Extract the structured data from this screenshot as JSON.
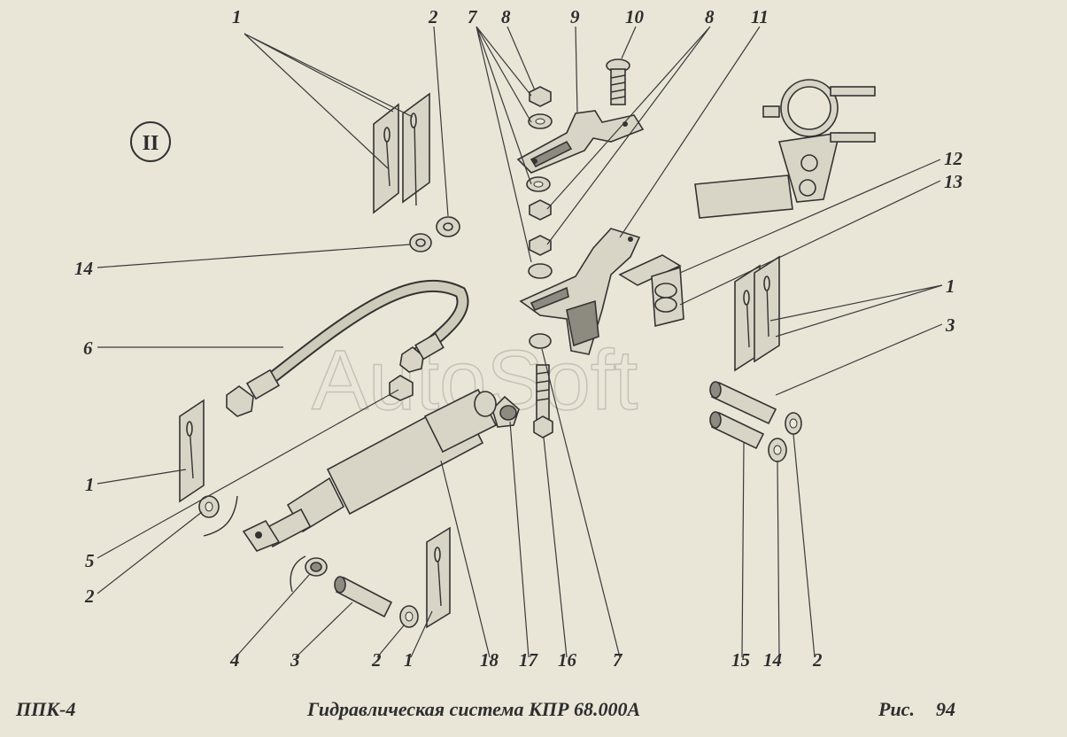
{
  "view_mark": "II",
  "watermark": "AutoSoft",
  "callouts": [
    {
      "id": "c-1-top",
      "text": "1"
    },
    {
      "id": "c-2-top",
      "text": "2"
    },
    {
      "id": "c-7-top",
      "text": "7"
    },
    {
      "id": "c-8-top",
      "text": "8"
    },
    {
      "id": "c-9",
      "text": "9"
    },
    {
      "id": "c-10",
      "text": "10"
    },
    {
      "id": "c-8-top2",
      "text": "8"
    },
    {
      "id": "c-11",
      "text": "11"
    },
    {
      "id": "c-12",
      "text": "12"
    },
    {
      "id": "c-13",
      "text": "13"
    },
    {
      "id": "c-14-left",
      "text": "14"
    },
    {
      "id": "c-1-right",
      "text": "1"
    },
    {
      "id": "c-3-right",
      "text": "3"
    },
    {
      "id": "c-6",
      "text": "6"
    },
    {
      "id": "c-1-left",
      "text": "1"
    },
    {
      "id": "c-5",
      "text": "5"
    },
    {
      "id": "c-2-left",
      "text": "2"
    },
    {
      "id": "c-4",
      "text": "4"
    },
    {
      "id": "c-3-bottom",
      "text": "3"
    },
    {
      "id": "c-2-bottom",
      "text": "2"
    },
    {
      "id": "c-1-bottom",
      "text": "1"
    },
    {
      "id": "c-18",
      "text": "18"
    },
    {
      "id": "c-17",
      "text": "17"
    },
    {
      "id": "c-16",
      "text": "16"
    },
    {
      "id": "c-7-bottom",
      "text": "7"
    },
    {
      "id": "c-15",
      "text": "15"
    },
    {
      "id": "c-14-bottom",
      "text": "14"
    },
    {
      "id": "c-2-bottom-right",
      "text": "2"
    }
  ],
  "footer": {
    "code": "ППК-4",
    "title": "Гидравлическая система КПР 68.000А",
    "fig_label": "Рис.",
    "fig_number": "94"
  }
}
